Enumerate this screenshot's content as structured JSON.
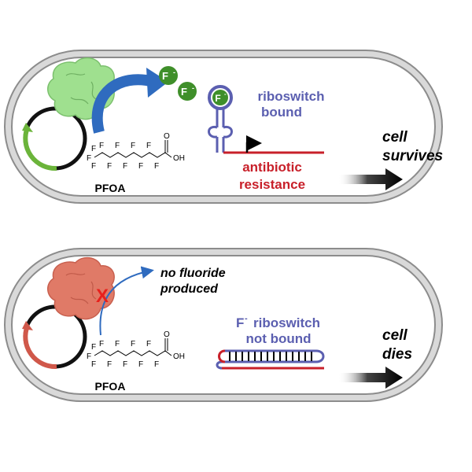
{
  "top_panel": {
    "fluoride_label": "F",
    "fluoride_charge": "-",
    "riboswitch_label_line1": "riboswitch",
    "riboswitch_label_line2": "bound",
    "gene_label_line1": "antibiotic",
    "gene_label_line2": "resistance",
    "outcome_line1": "cell",
    "outcome_line2": "survives",
    "compound_label": "PFOA",
    "oh_label": "OH",
    "o_label": "O",
    "f_label": "F"
  },
  "bottom_panel": {
    "message_line1": "no fluoride",
    "message_line2": "produced",
    "riboswitch_prefix": "F",
    "riboswitch_charge": "-",
    "riboswitch_label_line1": "riboswitch",
    "riboswitch_label_line2": "not bound",
    "outcome_line1": "cell",
    "outcome_line2": "dies",
    "compound_label": "PFOA",
    "oh_label": "OH",
    "o_label": "O",
    "block_mark": "X"
  },
  "colors": {
    "membrane": "#8c8c8c",
    "active_enzyme": "#9fe08f",
    "inactive_enzyme": "#e07a67",
    "fluoride_fill": "#3f8f2a",
    "arrow_blue": "#2f6bbf",
    "riboswitch": "#5b5fb0",
    "gene_red": "#c8202a",
    "plasmid_green": "#6bb43a",
    "plasmid_red": "#d0584a",
    "block_x": "#e8201c"
  }
}
